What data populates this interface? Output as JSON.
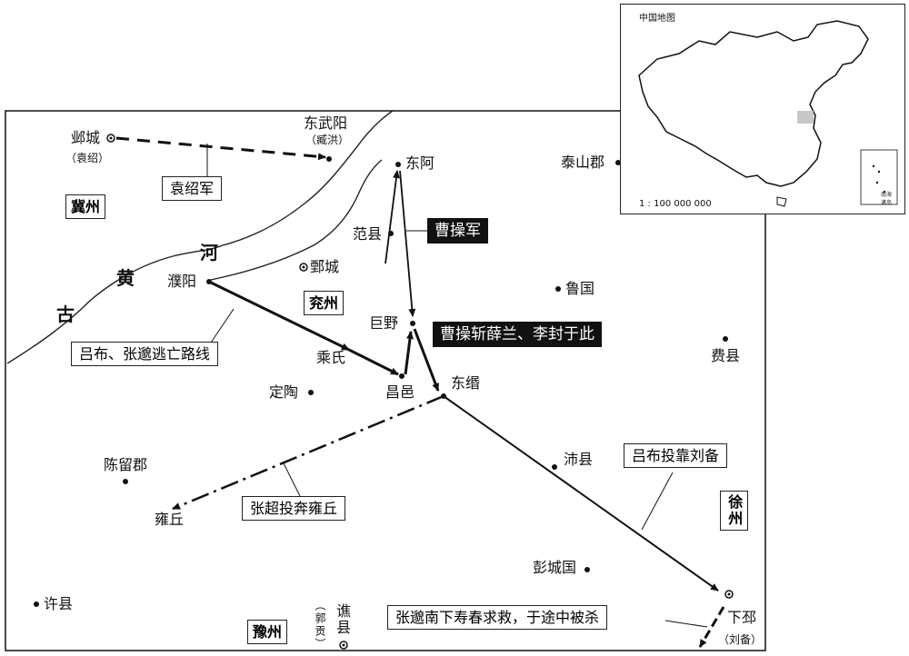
{
  "places": {
    "yecheng": "邺城",
    "yecheng_note": "（袁绍）",
    "dongwuyang": "东武阳",
    "dongwuyang_note": "（臧洪）",
    "donga": "东阿",
    "taishan": "泰山郡",
    "fanxian": "范县",
    "puyang": "濮阳",
    "juancheng": "鄄城",
    "luguo": "鲁国",
    "juye": "巨野",
    "chengshi": "乘氏",
    "feixian": "费县",
    "changyi": "昌邑",
    "dongmin": "东缗",
    "dingtao": "定陶",
    "chenliu": "陈留郡",
    "peixian": "沛县",
    "yongqiu": "雍丘",
    "pengcheng": "彭城国",
    "xuxian": "许县",
    "qiaoxian": "谯县",
    "qiaoxian_note": "（郭贡）",
    "xiapi": "下邳",
    "xiapi_note": "（刘备）"
  },
  "provinces": {
    "ji": "冀州",
    "yan": "兖州",
    "xu": "徐州",
    "yu": "豫州"
  },
  "river": {
    "gu": "古",
    "huang": "黄",
    "he": "河"
  },
  "labels": {
    "yuan_army": "袁绍军",
    "cao_army": "曹操军",
    "cao_kill": "曹操斩薛兰、李封于此",
    "lubu_escape": "吕布、张邈逃亡路线",
    "zhangchao": "张超投奔雍丘",
    "lubu_liubei": "吕布投靠刘备",
    "zhangmiao": "张邈南下寿春求救，于途中被杀"
  },
  "inset": {
    "title": "中国地图",
    "scale": "1 : 100 000 000",
    "south_sea": "南海诸岛"
  }
}
